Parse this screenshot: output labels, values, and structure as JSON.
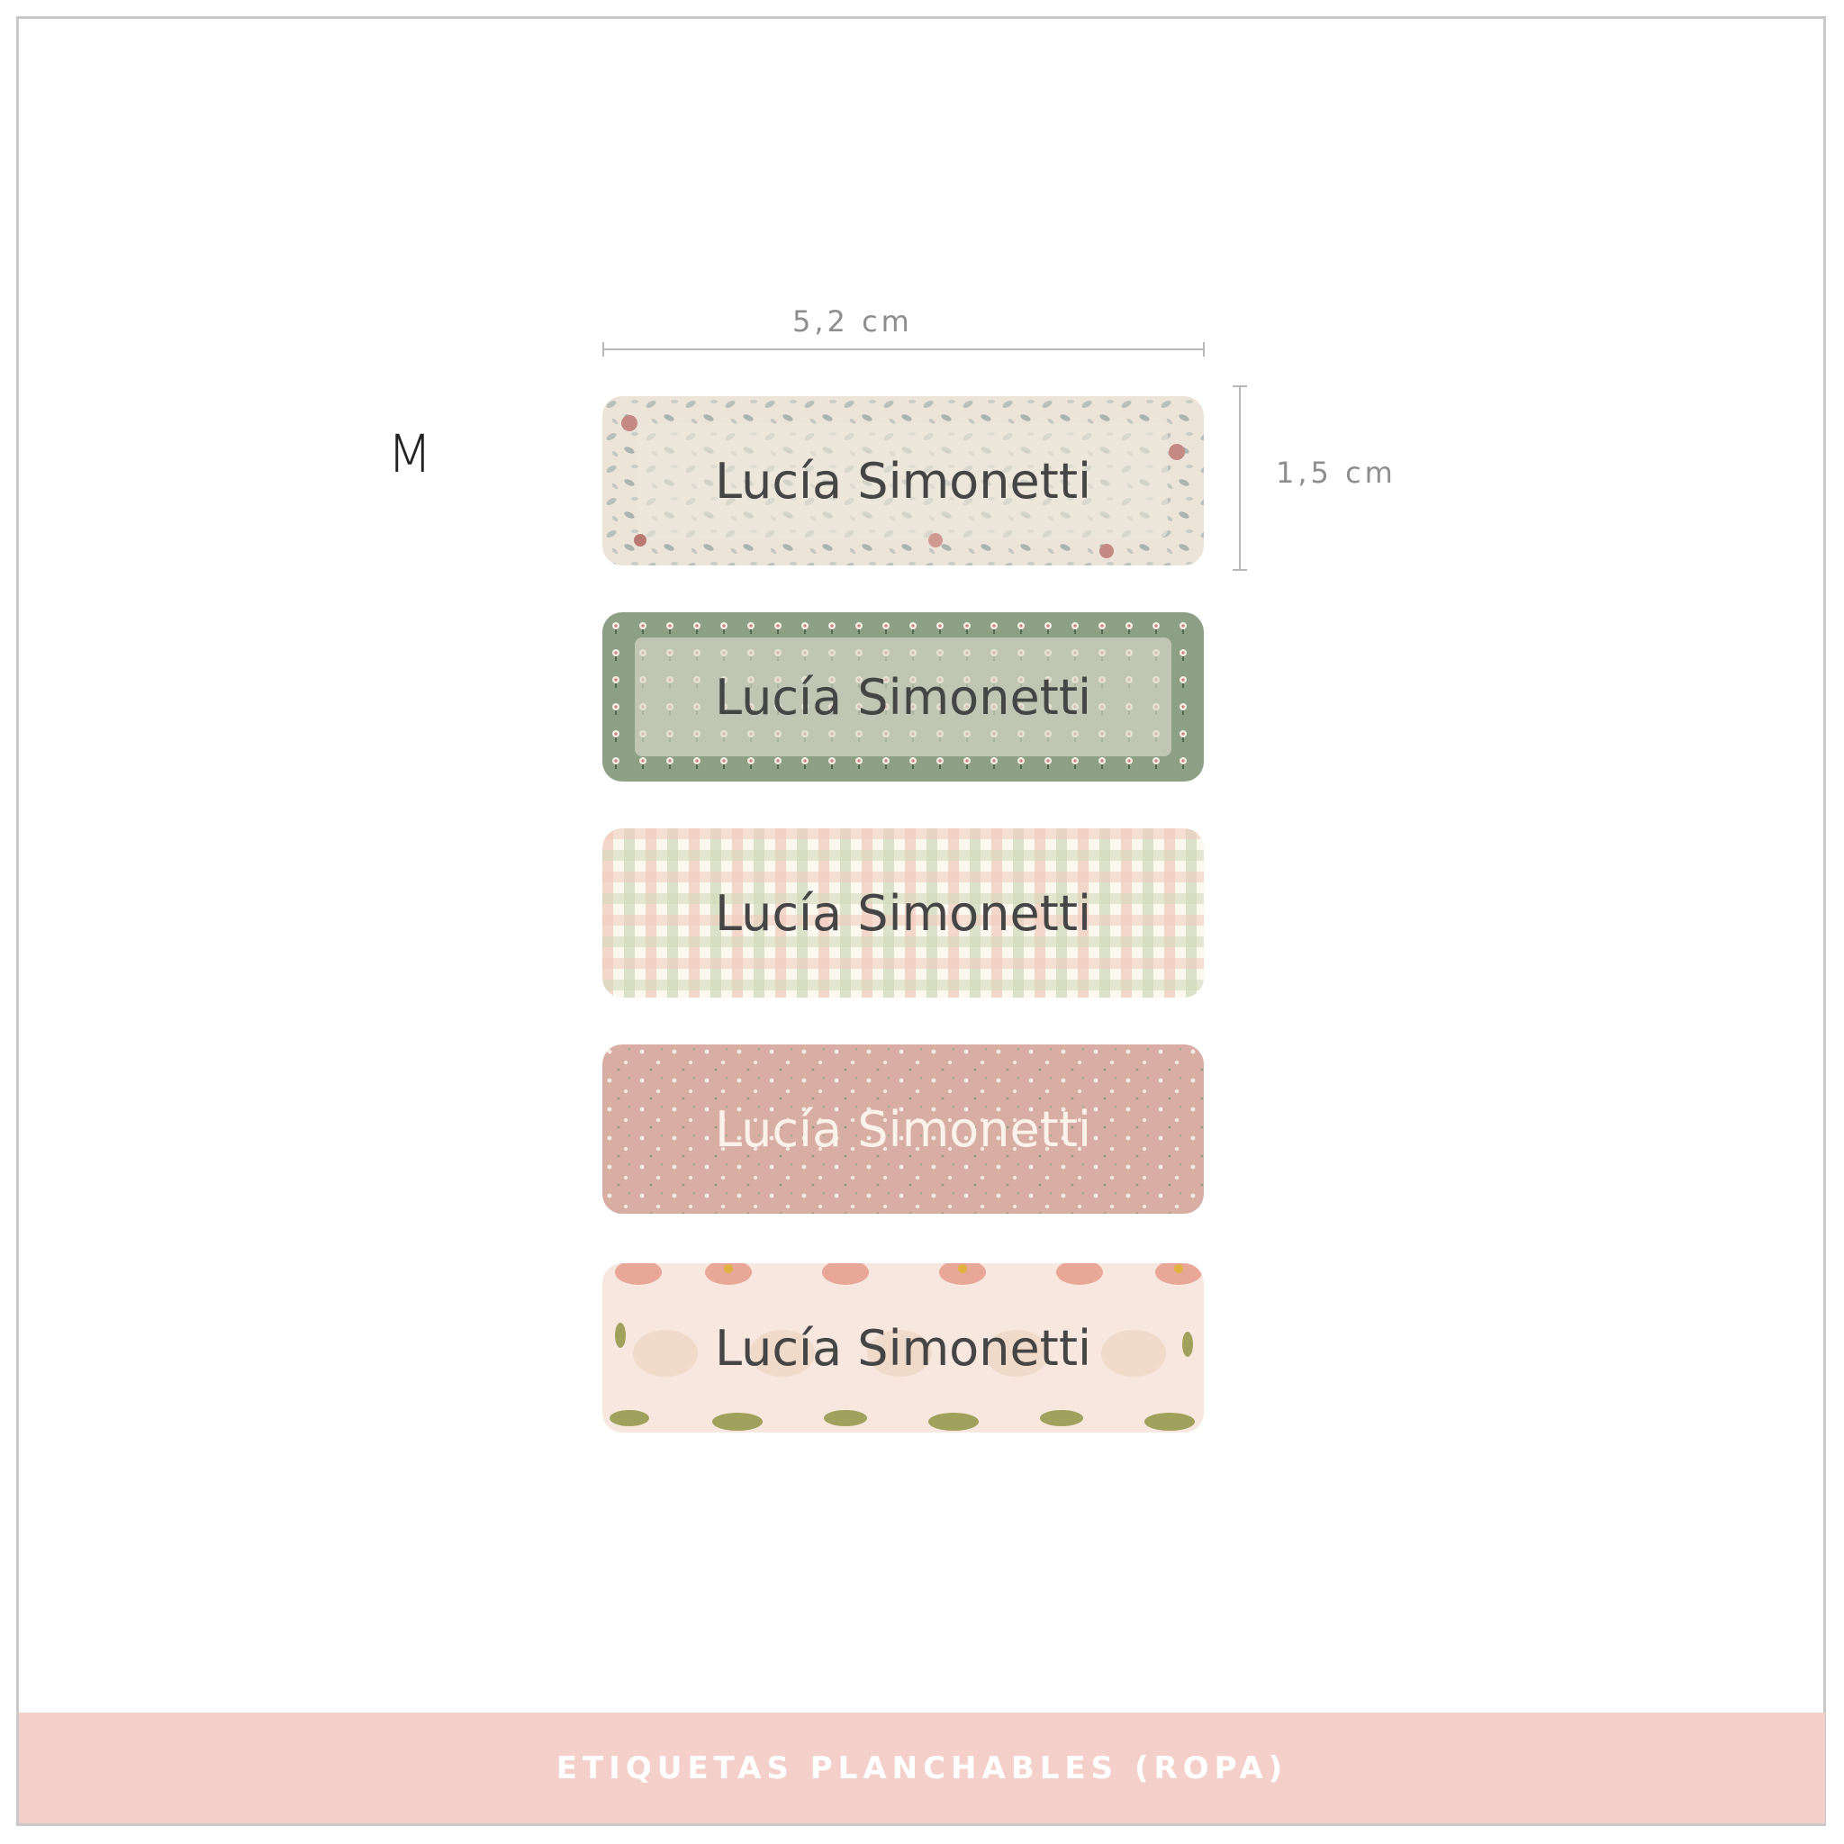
{
  "size_label": "M",
  "dimensions": {
    "width_text": "5,2 cm",
    "height_text": "1,5 cm"
  },
  "labels": [
    {
      "name": "Lucía Simonetti",
      "pattern": "floral-leaves",
      "background": "#ece4d9",
      "text_color": "#454545"
    },
    {
      "name": "Lucía Simonetti",
      "pattern": "green-flowers",
      "background": "#8d9f85",
      "text_color": "#454545"
    },
    {
      "name": "Lucía Simonetti",
      "pattern": "gingham",
      "background": "#fbf8f0",
      "text_color": "#454545"
    },
    {
      "name": "Lucía Simonetti",
      "pattern": "pink-ditsy",
      "background": "#d8aea4",
      "text_color": "#fbf3ea"
    },
    {
      "name": "Lucía Simonetti",
      "pattern": "vintage-daisies",
      "background": "#f7e7de",
      "text_color": "#454545"
    }
  ],
  "footer": {
    "title": "ETIQUETAS PLANCHABLES (ROPA)",
    "background": "#f5cfc9"
  }
}
